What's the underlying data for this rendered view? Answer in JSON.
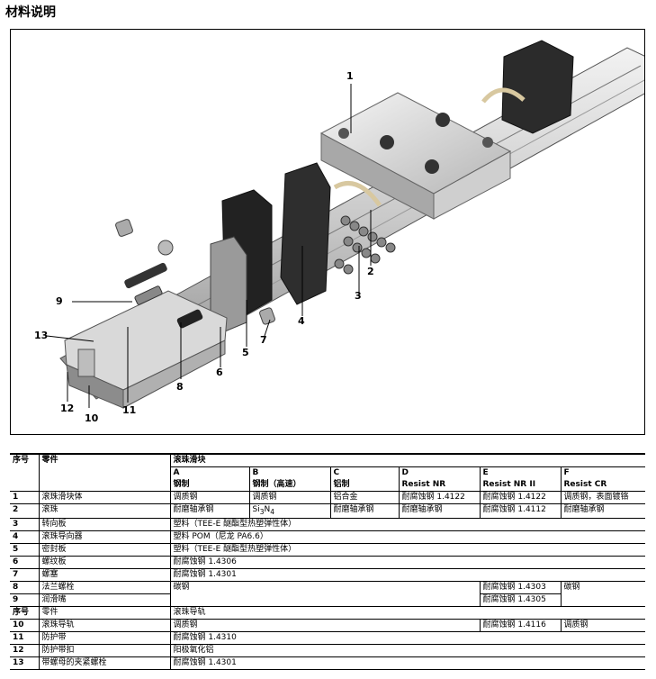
{
  "title": "材料说明",
  "callouts": [
    "1",
    "2",
    "3",
    "4",
    "5",
    "6",
    "7",
    "8",
    "9",
    "10",
    "11",
    "12",
    "13"
  ],
  "table": {
    "h_no": "序号",
    "h_part": "零件",
    "h_group1": "滚珠滑块",
    "cols": [
      {
        "letter": "A",
        "name": "钢制"
      },
      {
        "letter": "B",
        "name": "钢制（高速）"
      },
      {
        "letter": "C",
        "name": "铝制"
      },
      {
        "letter": "D",
        "name": "Resist NR"
      },
      {
        "letter": "E",
        "name": "Resist NR II"
      },
      {
        "letter": "F",
        "name": "Resist CR"
      }
    ],
    "rows": [
      {
        "no": "1",
        "part": "滚珠滑块体",
        "a": "调质钢",
        "b": "调质钢",
        "c": "铝合金",
        "d": "耐腐蚀钢 1.4122",
        "e": "耐腐蚀钢 1.4122",
        "f": "调质钢，表面镀铬"
      },
      {
        "no": "2",
        "part": "滚珠",
        "a": "耐磨轴承钢",
        "b_main": "Si",
        "b_s1": "3",
        "b_mid": "N",
        "b_s2": "4",
        "c": "耐磨轴承钢",
        "d": "耐磨轴承钢",
        "e": "耐腐蚀钢 1.4112",
        "f": "耐磨轴承钢"
      },
      {
        "no": "3",
        "part": "转向板",
        "v": "塑料（TEE-E 醚酯型热塑弹性体）"
      },
      {
        "no": "4",
        "part": "滚珠导向器",
        "v": "塑料 POM（尼龙 PA6.6）"
      },
      {
        "no": "5",
        "part": "密封板",
        "v": "塑料（TEE-E 醚酯型热塑弹性体）"
      },
      {
        "no": "6",
        "part": "螺纹板",
        "v": "耐腐蚀钢 1.4306"
      },
      {
        "no": "7",
        "part": "螺塞",
        "v": "耐腐蚀钢 1.4301"
      },
      {
        "no": "8",
        "part": "法兰螺栓",
        "v": "碳钢",
        "e": "耐腐蚀钢 1.4303",
        "f": "碳钢"
      },
      {
        "no": "9",
        "part": "润滑嘴",
        "e": "耐腐蚀钢 1.4305"
      }
    ],
    "h2_no": "序号",
    "h2_part": "零件",
    "h_group2": "滚珠导轨",
    "rows2": [
      {
        "no": "10",
        "part": "滚珠导轨",
        "v": "调质钢",
        "e": "耐腐蚀钢 1.4116",
        "f": "调质钢"
      },
      {
        "no": "11",
        "part": "防护带",
        "v": "耐腐蚀钢 1.4310"
      },
      {
        "no": "12",
        "part": "防护带扣",
        "v": "阳极氧化铝"
      },
      {
        "no": "13",
        "part": "带螺母的夹紧螺栓",
        "v": "耐腐蚀钢 1.4301"
      }
    ]
  }
}
